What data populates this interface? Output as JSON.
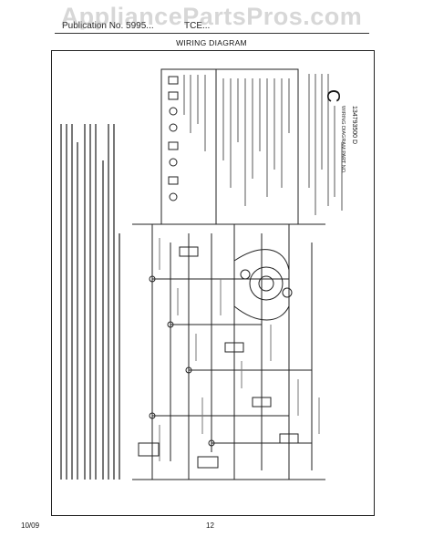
{
  "watermark": "AppliancePartsPros.com",
  "header": {
    "left": "Publication No. 5995...",
    "right": "TCE...",
    "section_title": "WIRING DIAGRAM"
  },
  "diagram": {
    "revision_letter": "C",
    "part_label": "WIRING DIAGRAM PART NO.",
    "part_number": "134793500 D"
  },
  "footer": {
    "date": "10/09",
    "page": "12"
  }
}
